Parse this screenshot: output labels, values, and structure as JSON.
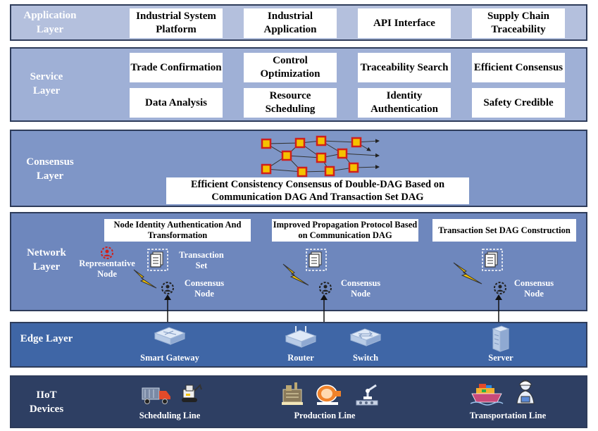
{
  "layers": {
    "application": {
      "label": "Application Layer",
      "items": [
        "Industrial System Platform",
        "Industrial Application",
        "API Interface",
        "Supply Chain Traceability"
      ]
    },
    "service": {
      "label": "Service Layer",
      "items_row1": [
        "Trade Confirmation",
        "Control Optimization",
        "Traceability Search",
        "Efficient Consensus"
      ],
      "items_row2": [
        "Data Analysis",
        "Resource Scheduling",
        "Identity Authentication",
        "Safety Credible"
      ]
    },
    "consensus": {
      "label": "Consensus Layer",
      "caption_line1": "Efficient Consistency Consensus of Double-DAG Based on",
      "caption_line2": "Communication DAG And Transaction Set DAG"
    },
    "network": {
      "label": "Network Layer",
      "panels": [
        {
          "title": "Node Identity Authentication And Transformation"
        },
        {
          "title": "Improved Propagation Protocol Based on Communication DAG"
        },
        {
          "title": "Transaction Set DAG Construction"
        }
      ],
      "representative_node": "Representative Node",
      "transaction_set": "Transaction Set",
      "consensus_node": "Consensus Node"
    },
    "edge": {
      "label": "Edge Layer",
      "devices": [
        "Smart Gateway",
        "Router",
        "Switch",
        "Server"
      ]
    },
    "iiot": {
      "label": "IIoT Devices",
      "groups": [
        "Scheduling Line",
        "Production Line",
        "Transportation Line"
      ]
    }
  },
  "colors": {
    "application_bg": "#b4c0dd",
    "service_bg": "#9fb0d6",
    "consensus_bg": "#7f96c7",
    "network_bg": "#6e87bd",
    "edge_bg": "#3f66a6",
    "iiot_bg": "#2e3f63",
    "dag_node": "#f5c200",
    "dag_node_border": "#d0201a"
  },
  "icons": [
    "lightning-icon",
    "document-icon",
    "consensus-node-icon",
    "representative-node-icon",
    "gateway-icon",
    "router-icon",
    "switch-icon",
    "server-icon",
    "truck-icon",
    "excavator-icon",
    "factory-machine-icon",
    "robot-arm-icon",
    "cargo-ship-icon",
    "worker-icon"
  ]
}
